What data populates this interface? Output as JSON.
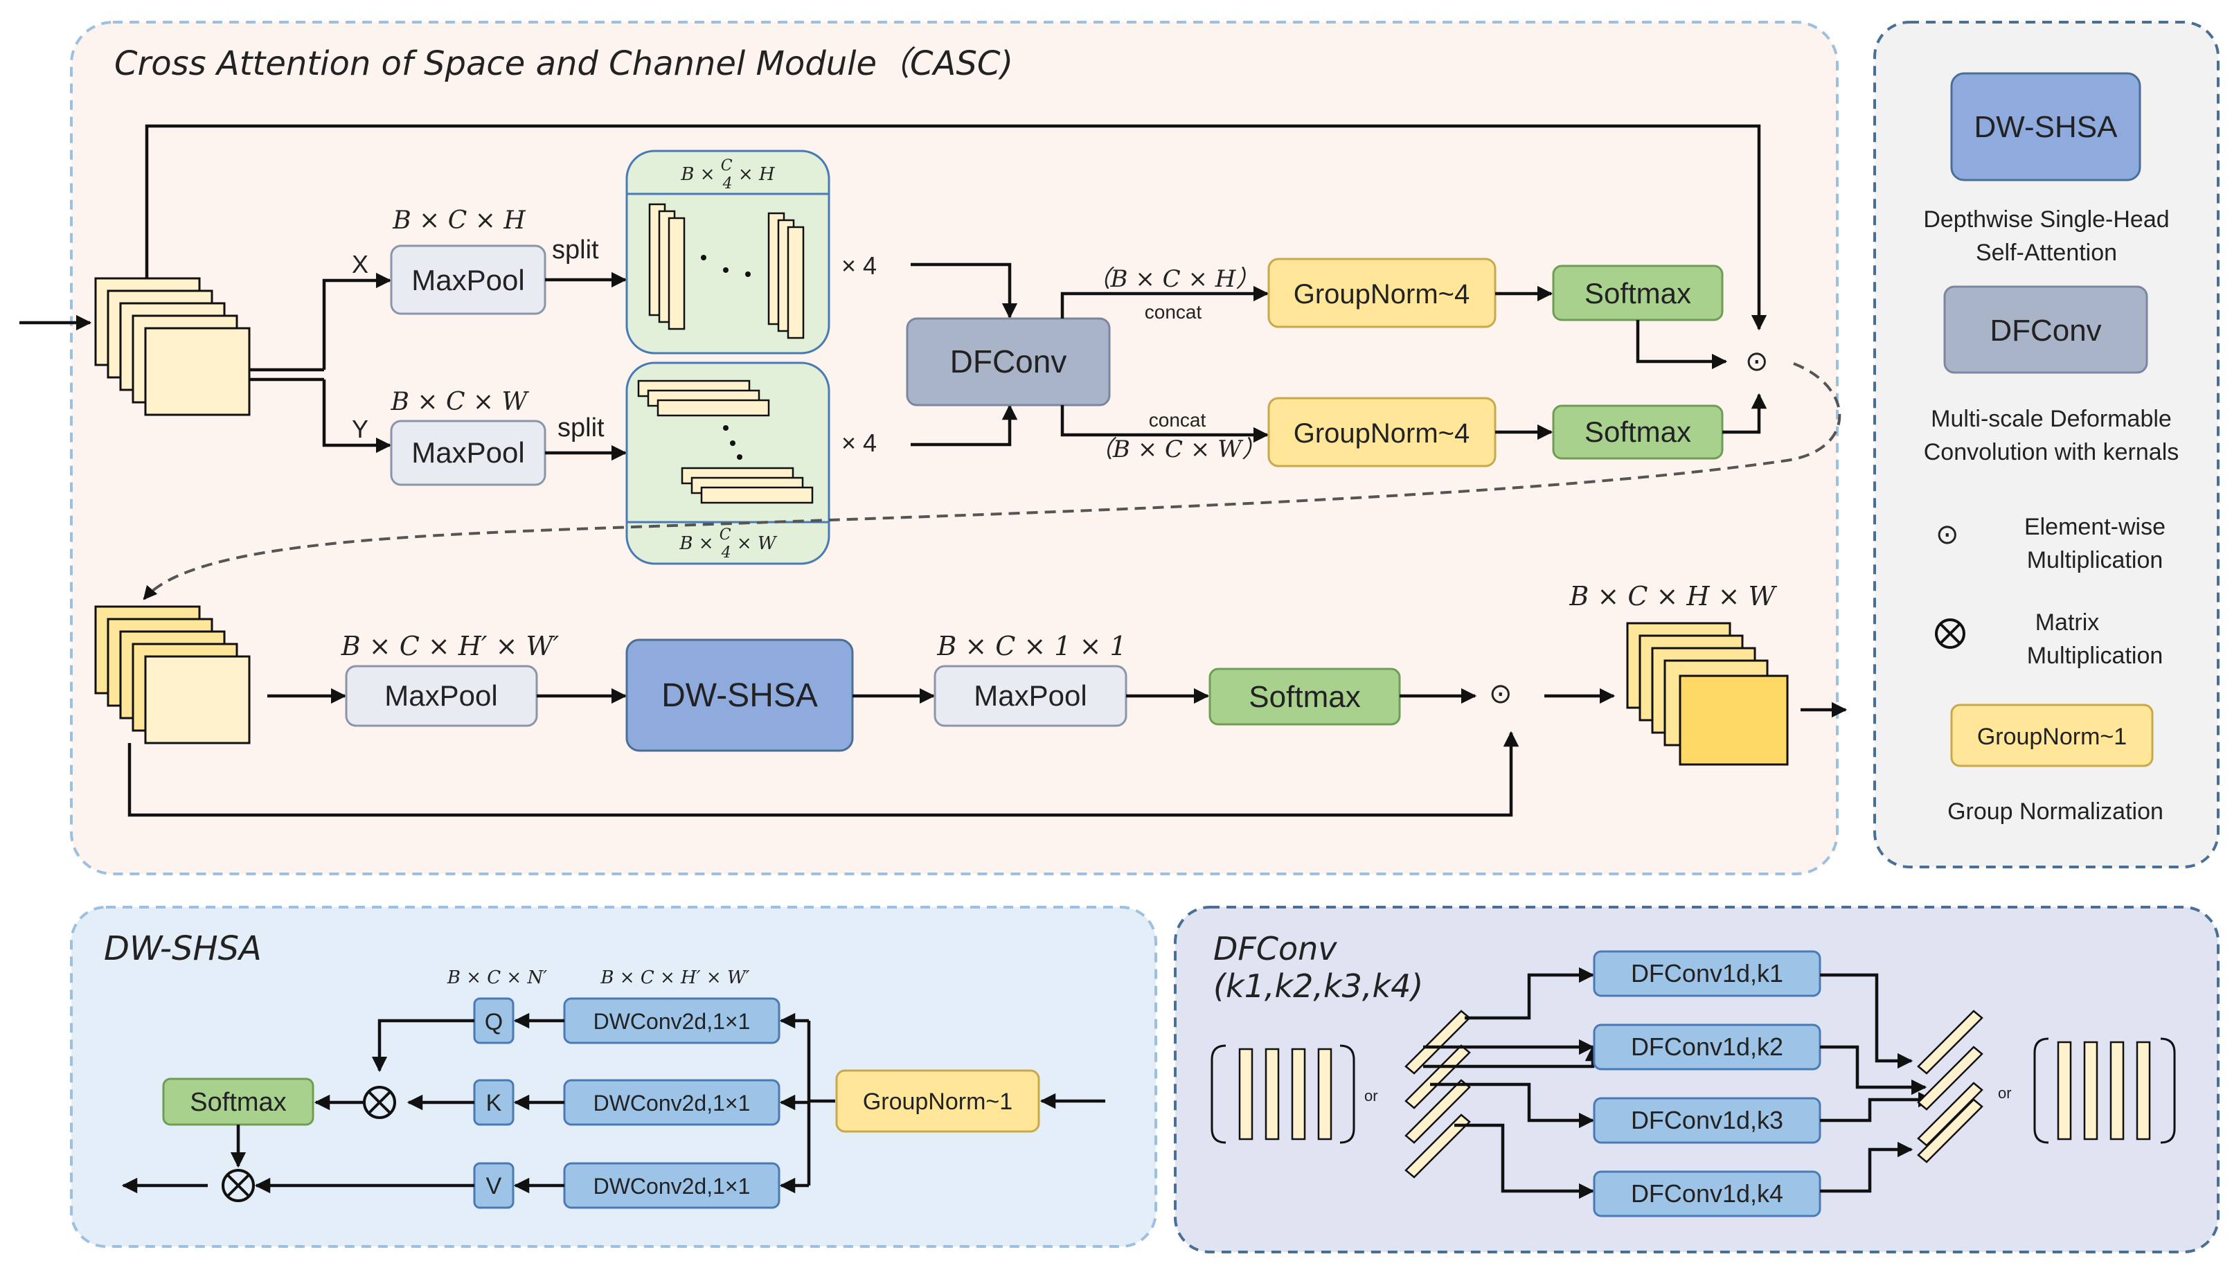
{
  "casc": {
    "title": "Cross Attention of Space and Channel Module（CASC)",
    "x_label": "X",
    "y_label": "Y",
    "dim_bch": "B × C × H",
    "dim_bcw": "B × C × W",
    "maxpool": "MaxPool",
    "split": "split",
    "slice_h": "B × C/4 × H",
    "slice_w": "B × C/4 × W",
    "times4": "× 4",
    "dfconv": "DFConv",
    "concat": "concat",
    "concat_h": "（B × C × H）",
    "concat_w": "（B × C × W）",
    "groupnorm": "GroupNorm~4",
    "softmax": "Softmax",
    "odot": "⊙",
    "dim_hw_prime": "B × C × H′ × W′",
    "dw_shsa": "DW-SHSA",
    "dim_11": "B × C × 1 × 1",
    "dim_out": "B × C × H × W"
  },
  "legend": {
    "dwshsa_label": "DW-SHSA",
    "dwshsa_desc": [
      "Depthwise Single-Head",
      "Self-Attention"
    ],
    "dfconv_label": "DFConv",
    "dfconv_desc": [
      "Multi-scale Deformable",
      "Convolution with kernals"
    ],
    "odot_desc": [
      "Element-wise",
      "Multiplication"
    ],
    "otimes_desc": [
      "Matrix",
      "Multiplication"
    ],
    "groupnorm_label": "GroupNorm~1",
    "groupnorm_desc": "Group Normalization"
  },
  "dwshsa_panel": {
    "title": "DW-SHSA",
    "dim_n": "B × C × N′",
    "dim_hw": "B × C × H′ × W′",
    "q": "Q",
    "k": "K",
    "v": "V",
    "dwconv": "DWConv2d,1×1",
    "softmax": "Softmax",
    "groupnorm": "GroupNorm~1"
  },
  "dfconv_panel": {
    "title_line1": "DFConv",
    "title_line2": "(k1,k2,k3,k4)",
    "or": "or",
    "branches": [
      "DFConv1d,k1",
      "DFConv1d,k2",
      "DFConv1d,k3",
      "DFConv1d,k4"
    ]
  },
  "colors": {
    "casc_bg": "#fdf3ef",
    "dwshsa_bg": "#e4eef8",
    "dfconv_bg": "#dfe3f2",
    "legend_bg": "#f2f2f2",
    "dashed_border": "#9ec0e0",
    "dashed_border_dark": "#4a6f96",
    "maxpool_fill": "#e8ecf2",
    "dwshsa_fill": "#8faadc",
    "dfconv_fill": "#a9b4c8",
    "groupnorm_fill": "#ffe699",
    "softmax_fill": "#a9d18e",
    "qkv_fill": "#9dc3e6",
    "featuremap_fill": "#fff2cc",
    "featuremap_dark": "#ffd966",
    "green_panel": "#e2f0d9"
  }
}
